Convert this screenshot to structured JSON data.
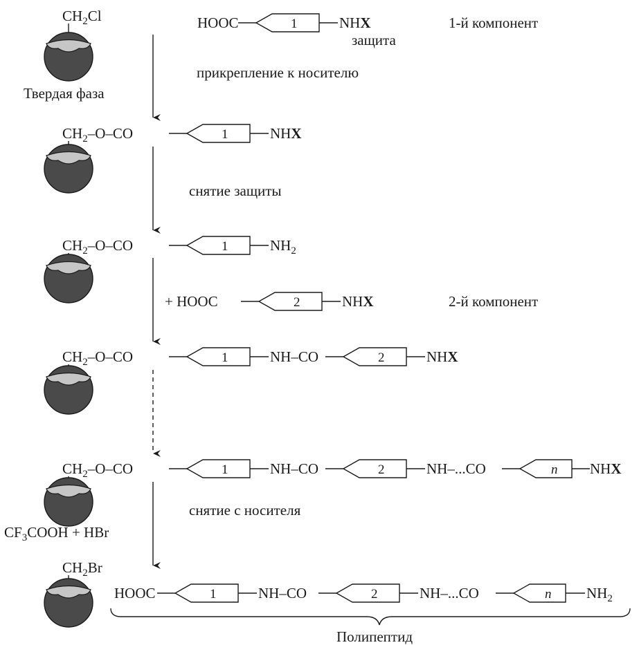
{
  "steps": {
    "s1": {
      "formula": "CH",
      "sub": "2",
      "tail": "Cl"
    },
    "s2": {
      "prefix": "CH",
      "sub": "2",
      "rest": "–O–CO",
      "end": "NH",
      "endX": "X"
    },
    "s3": {
      "prefix": "CH",
      "sub": "2",
      "rest": "–O–CO",
      "end": "NH",
      "endSub": "2"
    },
    "s4": {
      "prefix": "CH",
      "sub": "2",
      "rest": "–O–CO",
      "mid": "NH–CO",
      "end": "NH",
      "endX": "X"
    },
    "s5": {
      "prefix": "CH",
      "sub": "2",
      "rest": "–O–CO",
      "mid1": "NH–CO",
      "mid2": "NH–...CO",
      "end": "NH",
      "endX": "X"
    },
    "s6": {
      "formula": "CH",
      "sub": "2",
      "tail": "Br"
    }
  },
  "component1": {
    "hooc": "HOOC",
    "tag": "1",
    "end": "NH",
    "endX": "X",
    "protect": "защита",
    "label": "1-й компонент"
  },
  "component2": {
    "plus": "+ HOOC",
    "tag": "2",
    "end": "NH",
    "endX": "X",
    "label": "2-й компонент"
  },
  "tags": {
    "t1": "1",
    "t2": "2",
    "tn": "n"
  },
  "labels": {
    "solid_phase": "Твердая фаза",
    "attach": "прикрепление к носителю",
    "deprotect": "снятие защиты",
    "detach": "снятие с носителя",
    "reagent_pre": "CF",
    "reagent_sub": "3",
    "reagent_post": "COOH + HBr",
    "polypeptide": "Полипептид"
  },
  "final": {
    "hooc": "HOOC",
    "mid1": "NH–CO",
    "mid2": "NH–...CO",
    "end": "NH",
    "endSub": "2"
  }
}
